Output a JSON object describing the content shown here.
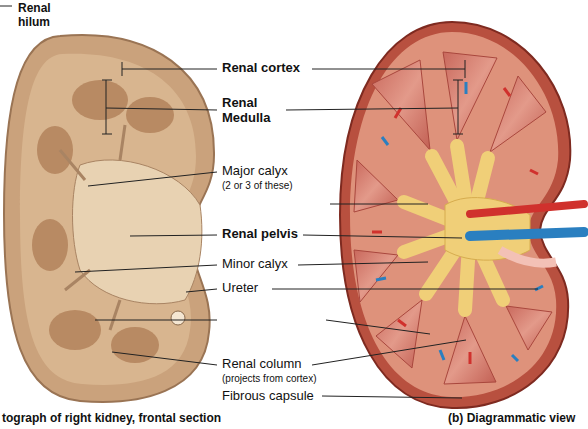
{
  "diagram": {
    "labels": [
      "Renal hilum",
      "Renal cortex",
      "Renal Medulla",
      "Major calyx",
      "(2 or 3 of these)",
      "Renal pelvis",
      "Minor calyx",
      "Ureter",
      "Renal column",
      "(projects from cortex)",
      "Fibrous capsule",
      "tograph of right kidney, frontal section",
      "(b) Diagrammatic view"
    ]
  }
}
